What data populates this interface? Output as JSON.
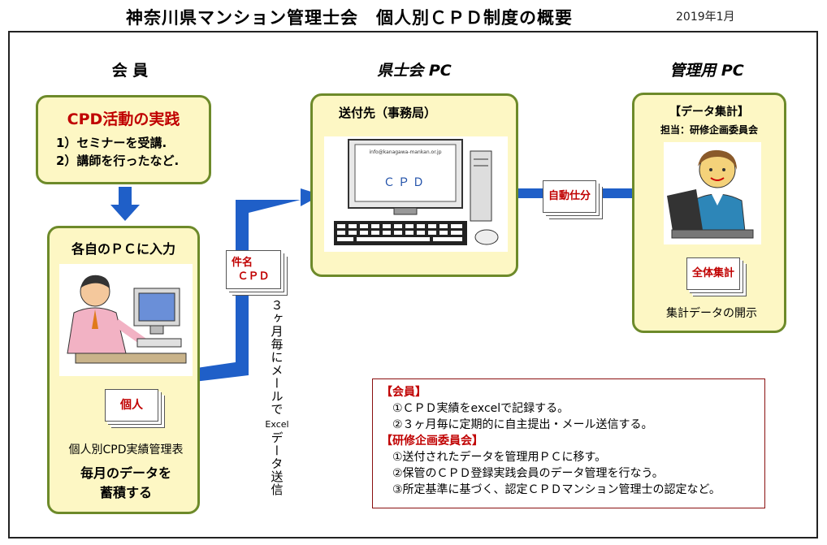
{
  "header": {
    "title": "神奈川県マンション管理士会　個人別ＣＰＤ制度の概要",
    "date": "2019年1月"
  },
  "columns": {
    "member": "会 員",
    "council_pc": "県士会 PC",
    "admin_pc": "管理用 PC"
  },
  "cpd_box": {
    "title": "CPD活動の実践",
    "items": [
      "1）セミナーを受講.",
      "2）講師を行ったなど."
    ]
  },
  "personal_box": {
    "title": "各自のＰＣに入力",
    "doc_label": "個人",
    "caption": "個人別CPD実績管理表",
    "footer_line1": "毎月のデータを",
    "footer_line2": "蓄積する"
  },
  "mail_doc": {
    "line1": "件名",
    "line2": "ＣＰＤ"
  },
  "vertical_text": {
    "part1": "３ヶ月毎にメールで",
    "part2": "Excel",
    "part3": "データ送信"
  },
  "council_box": {
    "title": "送付先（事務局）",
    "screen_email": "info@kanagawa-mankan.or.jp",
    "screen_text": "ＣＰＤ"
  },
  "auto_doc": {
    "label": "自動仕分"
  },
  "admin_box": {
    "title": "【データ集計】",
    "subtitle": "担当：研修企画委員会",
    "doc_label": "全体集計",
    "caption": "集計データの開示"
  },
  "notes": {
    "member_heading": "【会員】",
    "member_items": [
      "①ＣＰＤ実績をexcelで記録する。",
      "②３ヶ月毎に定期的に自主提出・メール送信する。"
    ],
    "committee_heading": "【研修企画委員会】",
    "committee_items": [
      "①送付されたデータを管理用ＰＣに移す。",
      "②保管のＣＰＤ登録実践会員のデータ管理を行なう。",
      "③所定基準に基づく、認定ＣＰＤマンション管理士の認定など。"
    ]
  },
  "colors": {
    "arrow": "#1f5fc8",
    "box_fill": "#fdf7c4",
    "box_border": "#6d8a2a",
    "accent_red": "#c00000"
  }
}
